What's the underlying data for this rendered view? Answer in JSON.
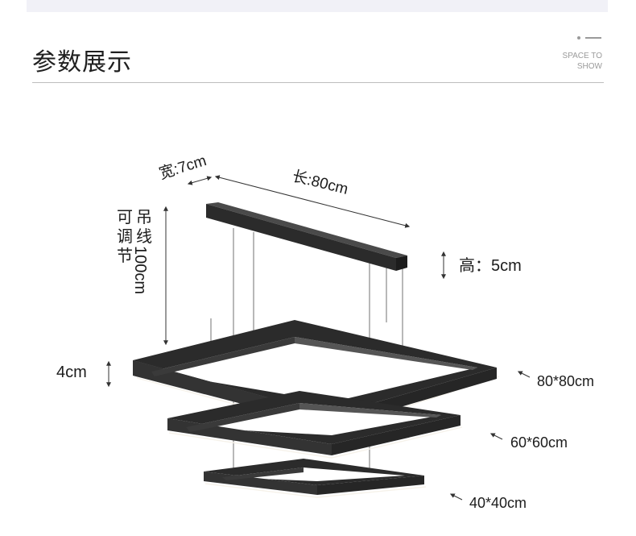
{
  "header": {
    "title": "参数展示",
    "caption_line1": "SPACE TO",
    "caption_line2": "SHOW"
  },
  "specs": {
    "width": "宽:7cm",
    "length": "长:80cm",
    "height": "高：5cm",
    "cable_chars": [
      "可",
      "调",
      "节"
    ],
    "cable_chars_2": [
      "吊",
      "线"
    ],
    "cable_length": "100cm",
    "ring_thickness": "4cm"
  },
  "rings": [
    {
      "size": "80*80cm"
    },
    {
      "size": "60*60cm"
    },
    {
      "size": "40*40cm"
    }
  ],
  "colors": {
    "fixture": "#2b2b2b",
    "glow": "#f6f2ea"
  }
}
